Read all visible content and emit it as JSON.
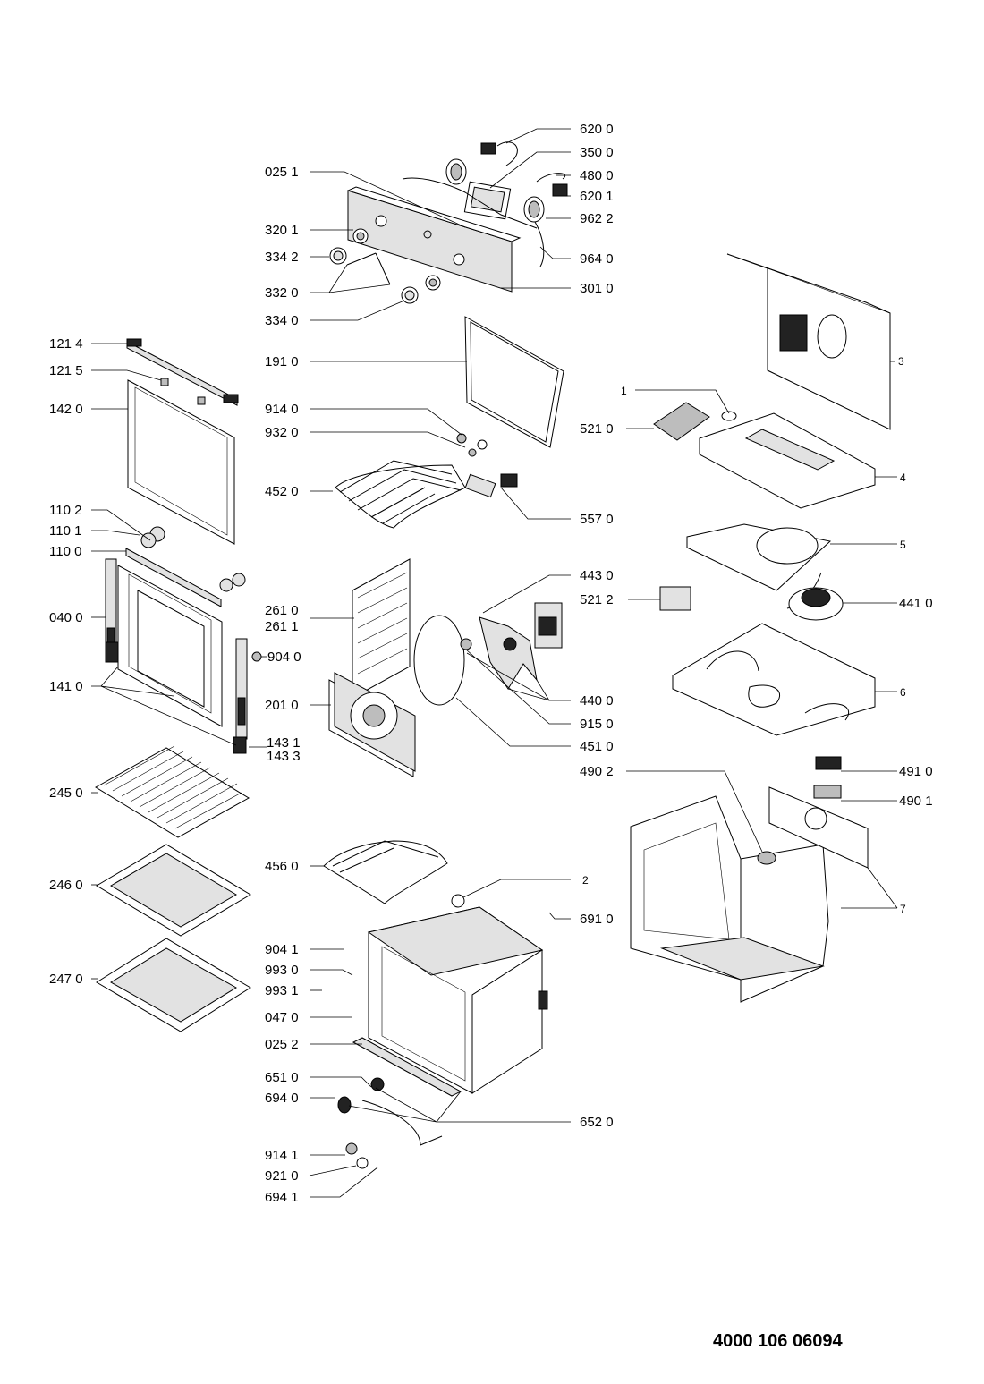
{
  "diagram": {
    "document_number": "4000 106 06094",
    "part_labels": {
      "620_0": "620 0",
      "350_0": "350 0",
      "025_1": "025 1",
      "480_0": "480 0",
      "620_1": "620 1",
      "962_2": "962 2",
      "320_1": "320 1",
      "334_2": "334 2",
      "964_0": "964 0",
      "332_0": "332 0",
      "301_0": "301 0",
      "334_0": "334 0",
      "121_4": "121 4",
      "191_0": "191 0",
      "3": "3",
      "121_5": "121 5",
      "1": "1",
      "142_0": "142 0",
      "914_0": "914 0",
      "521_0": "521 0",
      "932_0": "932 0",
      "4": "4",
      "452_0": "452 0",
      "110_2": "110 2",
      "557_0": "557 0",
      "110_1": "110 1",
      "5": "5",
      "110_0": "110 0",
      "443_0": "443 0",
      "521_2": "521 2",
      "441_0": "441 0",
      "261_0": "261 0",
      "040_0": "040 0",
      "261_1": "261 1",
      "904_0": "904 0",
      "141_0": "141 0",
      "440_0": "440 0",
      "6": "6",
      "201_0": "201 0",
      "915_0": "915 0",
      "143_1": "143 1",
      "451_0": "451 0",
      "143_3": "143 3",
      "490_2": "490 2",
      "491_0": "491 0",
      "245_0": "245 0",
      "490_1": "490 1",
      "456_0": "456 0",
      "2": "2",
      "246_0": "246 0",
      "7": "7",
      "691_0": "691 0",
      "904_1": "904 1",
      "993_0": "993 0",
      "247_0": "247 0",
      "993_1": "993 1",
      "047_0": "047 0",
      "025_2": "025 2",
      "651_0": "651 0",
      "694_0": "694 0",
      "652_0": "652 0",
      "914_1": "914 1",
      "921_0": "921 0",
      "694_1": "694 1"
    }
  }
}
